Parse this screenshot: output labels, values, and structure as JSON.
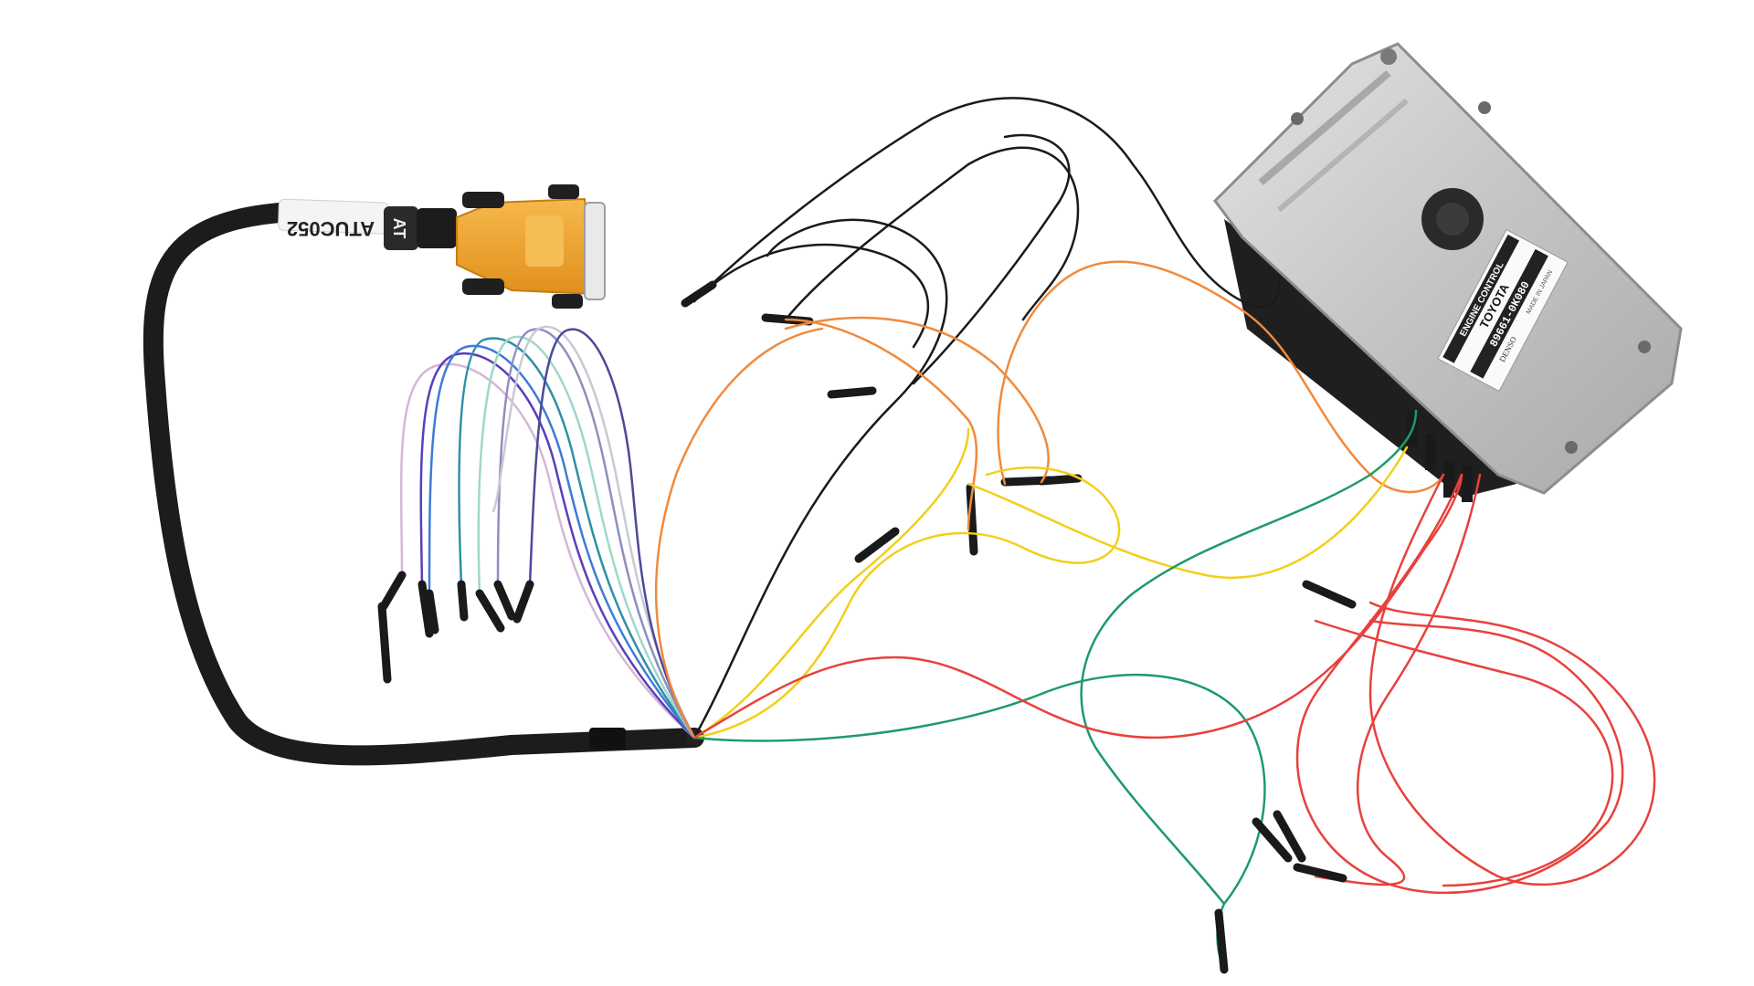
{
  "photo": {
    "cable_label": "ATUC052",
    "brand_badge": "AT",
    "ecu_label": {
      "line1": "ENGINE CONTROL",
      "line2": "TOYOTA",
      "line3": "89661-0K080",
      "line4": "DENSO",
      "line5": "MADE IN JAPAN"
    }
  },
  "colors": {
    "background": "#ffffff",
    "cable": "#1c1c1c",
    "db_connector": "#f2a530",
    "ecu_metal": "#c9c9c9",
    "ecu_plastic": "#1f1f1f",
    "wire_black": "#1a1a1a",
    "wire_orange": "#f08a3c",
    "wire_yellow": "#f2cf1a",
    "wire_green": "#1f9a6a",
    "wire_red": "#e8413c"
  }
}
